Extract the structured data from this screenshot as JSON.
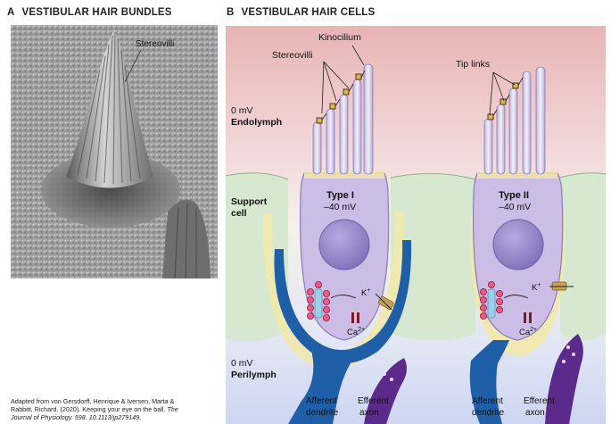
{
  "panel_a": {
    "letter": "A",
    "title": "VESTIBULAR HAIR BUNDLES",
    "photo_label": "Stereovilli"
  },
  "panel_b": {
    "letter": "B",
    "title": "VESTIBULAR HAIR CELLS",
    "labels": {
      "kinocilium": "Kinocilium",
      "stereovilli": "Stereovilli",
      "tip_links": "Tip links",
      "endolymph_mv": "0 mV",
      "endolymph": "Endolymph",
      "support": "Support",
      "cell": "cell",
      "perilymph_mv": "0 mV",
      "perilymph": "Perilymph",
      "type1_name": "Type I",
      "type1_mv": "–40 mV",
      "type2_name": "Type II",
      "type2_mv": "–40 mV",
      "k_ion": "K",
      "k_sup": "+",
      "ca_ion": "Ca",
      "ca_sup": "2+",
      "afferent_dendrite": [
        "Afferent",
        "dendrite"
      ],
      "efferent_axon": [
        "Efferent",
        "axon"
      ]
    },
    "colors": {
      "endolymph_top": "#e8b4b4",
      "perilymph_bottom": "#cdd6f2",
      "support_cell": "#d6e8d0",
      "hair_cell": "#cbbde6",
      "nucleus": "#9a8bc8",
      "calyx": "#1f5fa8",
      "efferent": "#5b2a8a",
      "vesicle": "#c8325a",
      "cuticular": "#f2e9a6"
    }
  },
  "caption": {
    "line1": "Adapted from von Gersdorff, Henrique & Iversen, Marta &",
    "line2_a": "Rabbitt, Richard. (2020). Keeping your eye on the ball. ",
    "line2_b": "The",
    "line3": "Journal of Physiology. 598. 10.1113/jp279149."
  }
}
